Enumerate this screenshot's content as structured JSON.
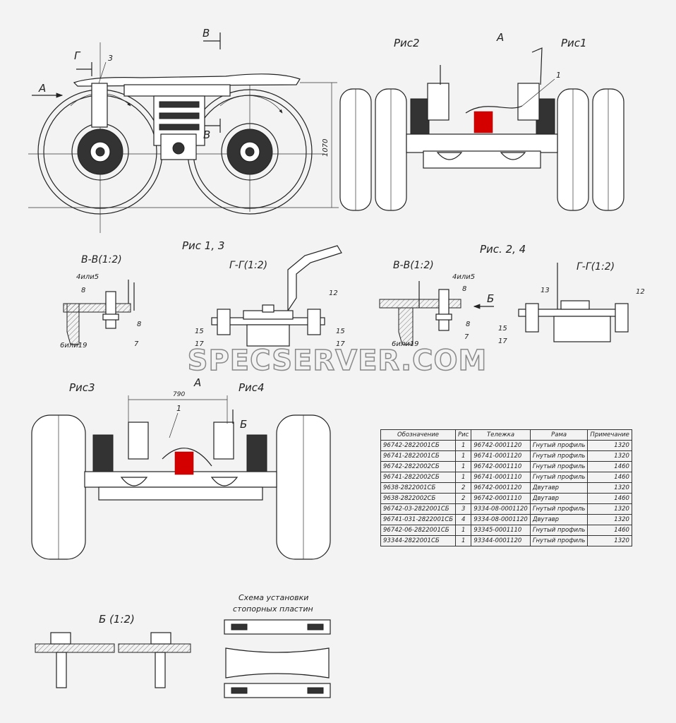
{
  "labels": {
    "A_top": "А",
    "B_top": "В",
    "G_top": "Г",
    "B_mid": "В",
    "num3": "3",
    "dim_1070": "1070",
    "ris2_top": "Рис2",
    "A_center": "А",
    "ris1_top": "Рис1",
    "num1_top": "1",
    "ris13": "Рис 1, 3",
    "ris24": "Рис. 2, 4",
    "bv1": "В-В(1:2)",
    "gg1": "Г-Г(1:2)",
    "bv2": "В-В(1:2)",
    "gg2": "Г-Г(1:2)",
    "c_4ili5_a": "4или5",
    "c_8_a": "8",
    "c_8_b": "8",
    "c_7_a": "7",
    "c_6ili19_a": "6или19",
    "c_12_a": "12",
    "c_15_a": "15",
    "c_17_a": "17",
    "c_15_b": "15",
    "c_17_b": "17",
    "c_4ili5_b": "4или5",
    "c_8_c": "8",
    "c_8_d": "8",
    "c_7_b": "7",
    "c_6ili19_b": "6или19",
    "c_B_arrow": "Б",
    "c_13": "13",
    "c_12_b": "12",
    "c_15_c": "15",
    "c_17_c": "17",
    "ris3": "Рис3",
    "A_bottom": "А",
    "ris4": "Рис4",
    "dim_790": "790",
    "num1_bottom": "1",
    "B_bottom": "Б",
    "b12": "Б (1:2)",
    "scheme_line1": "Схема установки",
    "scheme_line2": "стопорных пластин"
  },
  "watermark": "SPECSERVER.COM",
  "table": {
    "headers": [
      "Обозначение",
      "Рис",
      "Тележка",
      "Рама",
      "Примечание"
    ],
    "rows": [
      [
        "96742-2822001СБ",
        "1",
        "96742-0001120",
        "Гнутый профиль",
        "1320"
      ],
      [
        "96741-2822001СБ",
        "1",
        "96741-0001120",
        "Гнутый профиль",
        "1320"
      ],
      [
        "96742-2822002СБ",
        "1",
        "96742-0001110",
        "Гнутый профиль",
        "1460"
      ],
      [
        "96741-2822002СБ",
        "1",
        "96741-0001110",
        "Гнутый профиль",
        "1460"
      ],
      [
        "9638-2822001СБ",
        "2",
        "96742-0001120",
        "Двутавр",
        "1320"
      ],
      [
        "9638-2822002СБ",
        "2",
        "96742-0001110",
        "Двутавр",
        "1460"
      ],
      [
        "96742-03-2822001СБ",
        "3",
        "9334-08-0001120",
        "Гнутый профиль",
        "1320"
      ],
      [
        "96741-031-2822001СБ",
        "4",
        "9334-08-0001120",
        "Двутавр",
        "1320"
      ],
      [
        "96742-06-2822001СБ",
        "1",
        "93345-0001110",
        "Гнутый профиль",
        "1460"
      ],
      [
        "93344-2822001СБ",
        "1",
        "93344-0001120",
        "Гнутый профиль",
        "1320"
      ]
    ]
  },
  "colors": {
    "background": "#f3f3f3",
    "line": "#222222",
    "highlight": "#d40000"
  }
}
